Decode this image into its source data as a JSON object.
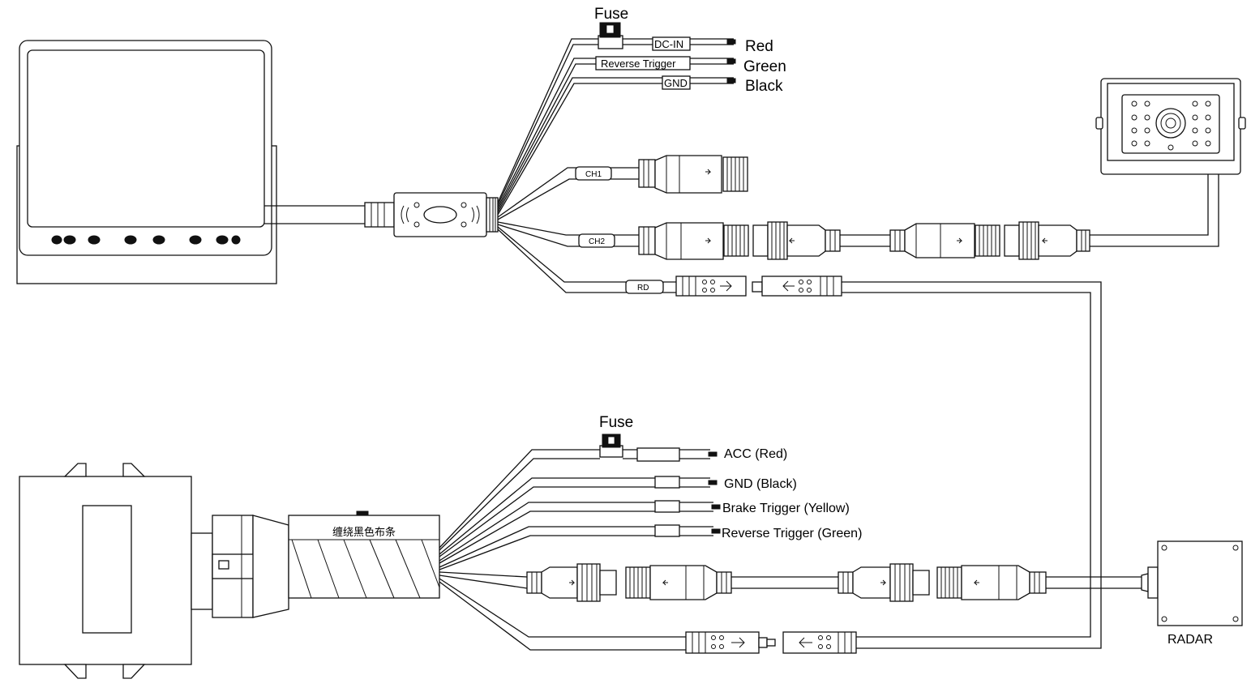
{
  "top": {
    "fuse_label": "Fuse",
    "dc_in_tag": "DC-IN",
    "reverse_tag": "Reverse Trigger",
    "gnd_tag": "GND",
    "red_label": "Red",
    "green_label": "Green",
    "black_label": "Black",
    "ch1_tag": "CH1",
    "ch2_tag": "CH2",
    "rd_tag": "RD"
  },
  "bottom": {
    "fuse_label": "Fuse",
    "acc_label": "ACC   (Red)",
    "gnd_label": "GND  (Black)",
    "brake_label": "Brake Trigger (Yellow)",
    "reverse_label": "Reverse Trigger (Green)",
    "wrap_label": "缠绕黑色布条",
    "radar_label": "RADAR"
  }
}
